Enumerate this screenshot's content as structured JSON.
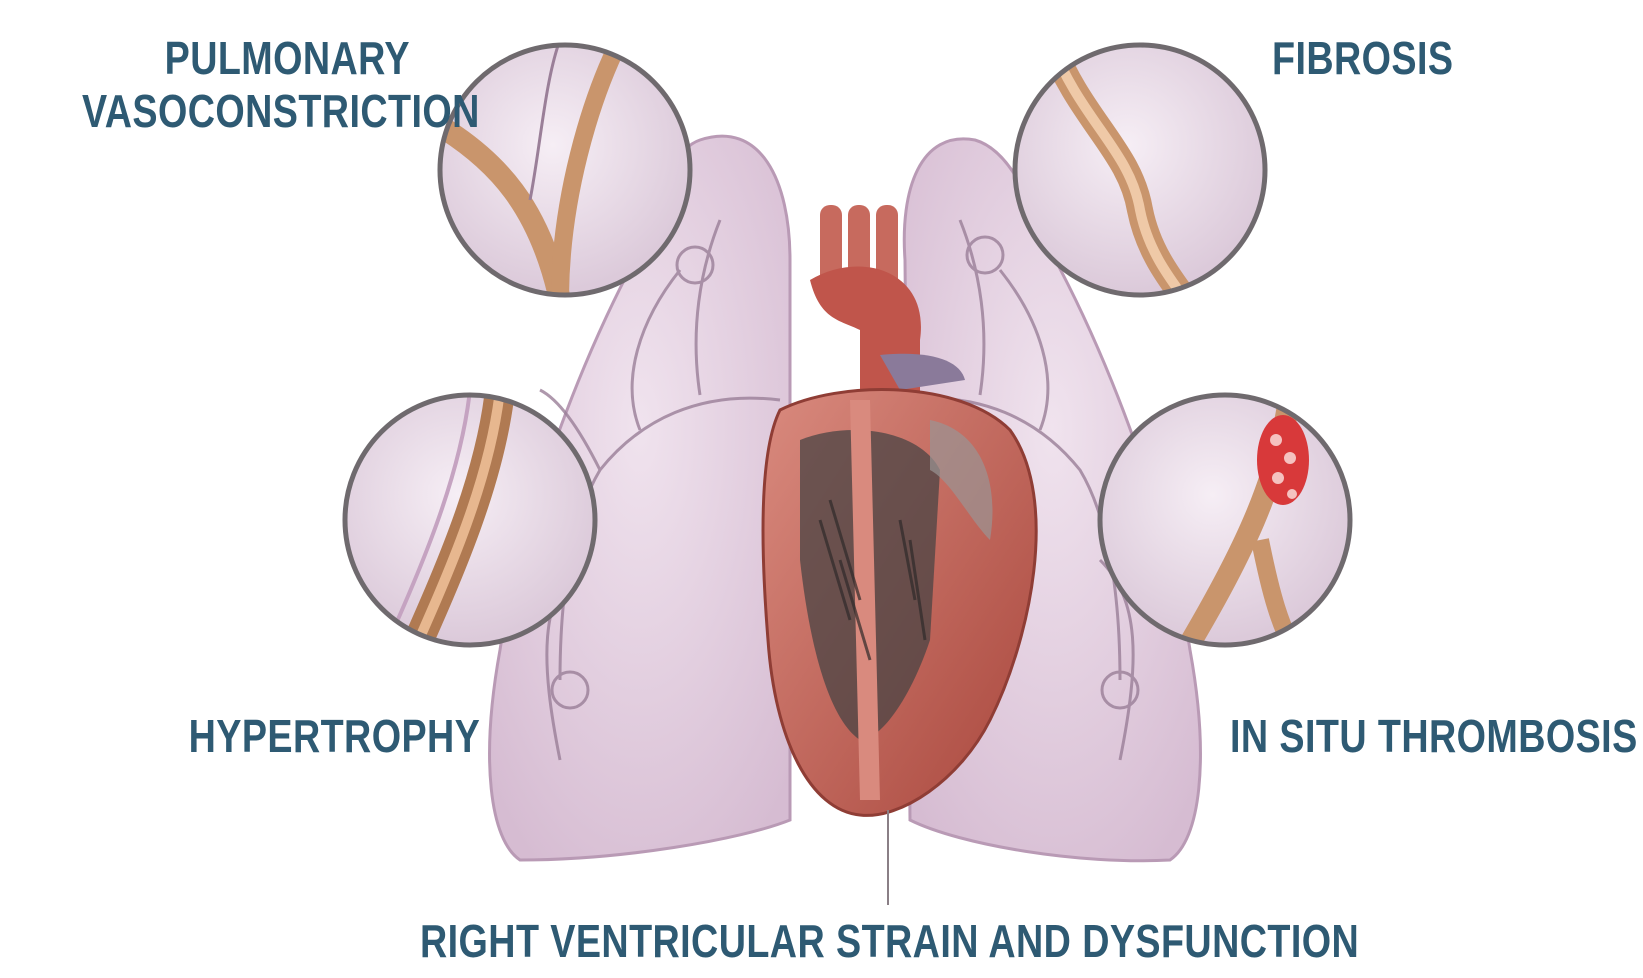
{
  "labels": {
    "pulmonary_line1": "PULMONARY",
    "pulmonary_line2": "VASOCONSTRICTION",
    "fibrosis": "FIBROSIS",
    "hypertrophy": "HYPERTROPHY",
    "thrombosis": "IN SITU THROMBOSIS",
    "rv": "RIGHT VENTRICULAR STRAIN AND DYSFUNCTION"
  },
  "colors": {
    "label_text": "#2e5a73",
    "lung_fill": "#e3cde0",
    "lung_stroke": "#b99ab5",
    "vessel": "#9a7f98",
    "heart": "#c76a5e",
    "heart_dark": "#7a2f2a",
    "inset_fill": "#eadde8",
    "inset_rim": "#6f6a6e",
    "artery_wall": "#c9956c",
    "clot": "#d8393a"
  }
}
